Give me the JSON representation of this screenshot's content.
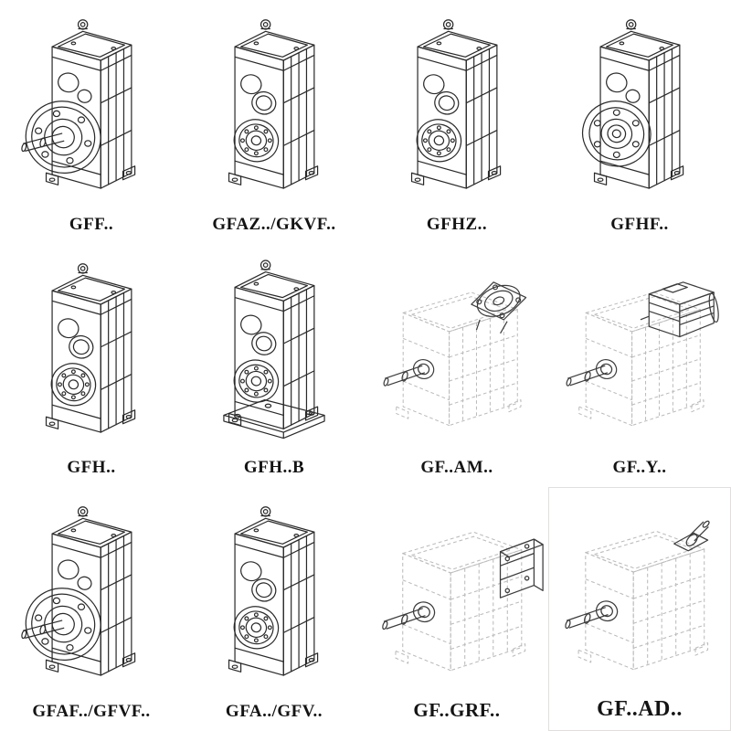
{
  "page": {
    "background": "#ffffff",
    "line_color": "#2a2a2a",
    "phantom_line_color": "#bcbcbc",
    "label_color": "#141414"
  },
  "catalog": {
    "items": [
      {
        "label": "GFF..",
        "symbol": "#d-flange-shaft",
        "icon": "gearbox-output-flange-shaft-icon"
      },
      {
        "label": "GFAZ../GKVF..",
        "symbol": "#d-hollow",
        "icon": "gearbox-hollow-shaft-icon"
      },
      {
        "label": "GFHZ..",
        "symbol": "#d-hollow",
        "icon": "gearbox-hollow-shaft-icon"
      },
      {
        "label": "GFHF..",
        "symbol": "#d-flange-flush",
        "icon": "gearbox-output-flange-icon"
      },
      {
        "label": "GFH..",
        "symbol": "#d-hollow",
        "icon": "gearbox-shaft-mount-icon"
      },
      {
        "label": "GFH..B",
        "symbol": "#d-hollow-base",
        "icon": "gearbox-shaft-mount-base-icon"
      },
      {
        "label": "GF..AM..",
        "symbol": "#d-phantom-flange",
        "icon": "gearbox-motor-adapter-flange-phantom-icon"
      },
      {
        "label": "GF..Y..",
        "symbol": "#d-phantom-motor",
        "icon": "gearbox-with-motor-phantom-icon"
      },
      {
        "label": "GFAF../GFVF..",
        "symbol": "#d-flange-shaft",
        "icon": "gearbox-output-flange-shaft-icon"
      },
      {
        "label": "GFA../GFV..",
        "symbol": "#d-hollow",
        "icon": "gearbox-hollow-shaft-icon"
      },
      {
        "label": "GF..GRF..",
        "symbol": "#d-phantom-adapter",
        "icon": "gearbox-gear-adapter-phantom-icon"
      },
      {
        "label": "GF..AD..",
        "symbol": "#d-phantom-shaft",
        "icon": "gearbox-input-shaft-phantom-icon"
      }
    ]
  }
}
